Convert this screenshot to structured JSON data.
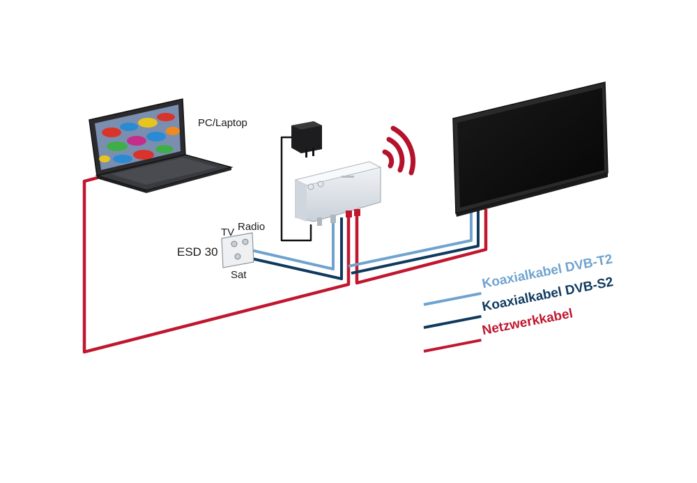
{
  "labels": {
    "pc_laptop": "PC/Laptop",
    "esd": "ESD 30",
    "tv": "TV",
    "radio": "Radio",
    "sat": "Sat"
  },
  "legend": [
    {
      "label": "Koaxialkabel DVB-T2",
      "color": "#6fa3cf"
    },
    {
      "label": "Koaxialkabel DVB-S2",
      "color": "#0f3a5e"
    },
    {
      "label": "Netzwerkkabel",
      "color": "#c0172f"
    }
  ],
  "colors": {
    "coax_dvb_t2": "#6fa3cf",
    "coax_dvb_s2": "#0f3a5e",
    "network": "#c0172f",
    "wifi": "#b5122b"
  }
}
